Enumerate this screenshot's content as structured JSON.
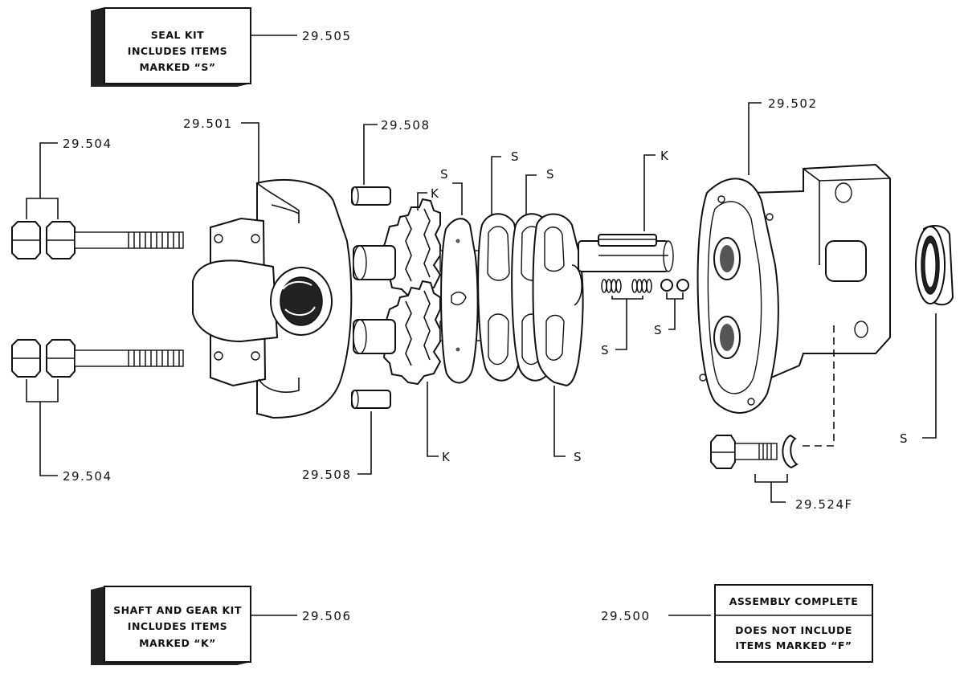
{
  "boxes": {
    "seal_kit": [
      "SEAL    KIT",
      "INCLUDES ITEMS",
      "MARKED “S”"
    ],
    "shaft_gear_kit": [
      "SHAFT AND GEAR KIT",
      "INCLUDES ITEMS",
      "MARKED “K”"
    ],
    "assembly_top": "ASSEMBLY COMPLETE",
    "assembly_bottom": [
      "DOES NOT INCLUDE",
      "ITEMS MARKED “F”"
    ]
  },
  "part_numbers": {
    "seal_kit": "29.505",
    "bolt_top": "29.504",
    "bolt_bottom": "29.504",
    "front_cover": "29.501",
    "dowel_top": "29.508",
    "dowel_bottom": "29.508",
    "rear_housing": "29.502",
    "shaft_gear_kit": "29.506",
    "assembly": "29.500",
    "screw_washer": "29.524F"
  },
  "markers": {
    "k_gear_top": "K",
    "k_gear_bottom": "K",
    "k_shaft": "K",
    "s_plate": "S",
    "s_seal_1": "S",
    "s_seal_2": "S",
    "s_wear_plate": "S",
    "s_springs": "S",
    "s_balls": "S",
    "s_bearing": "S"
  }
}
